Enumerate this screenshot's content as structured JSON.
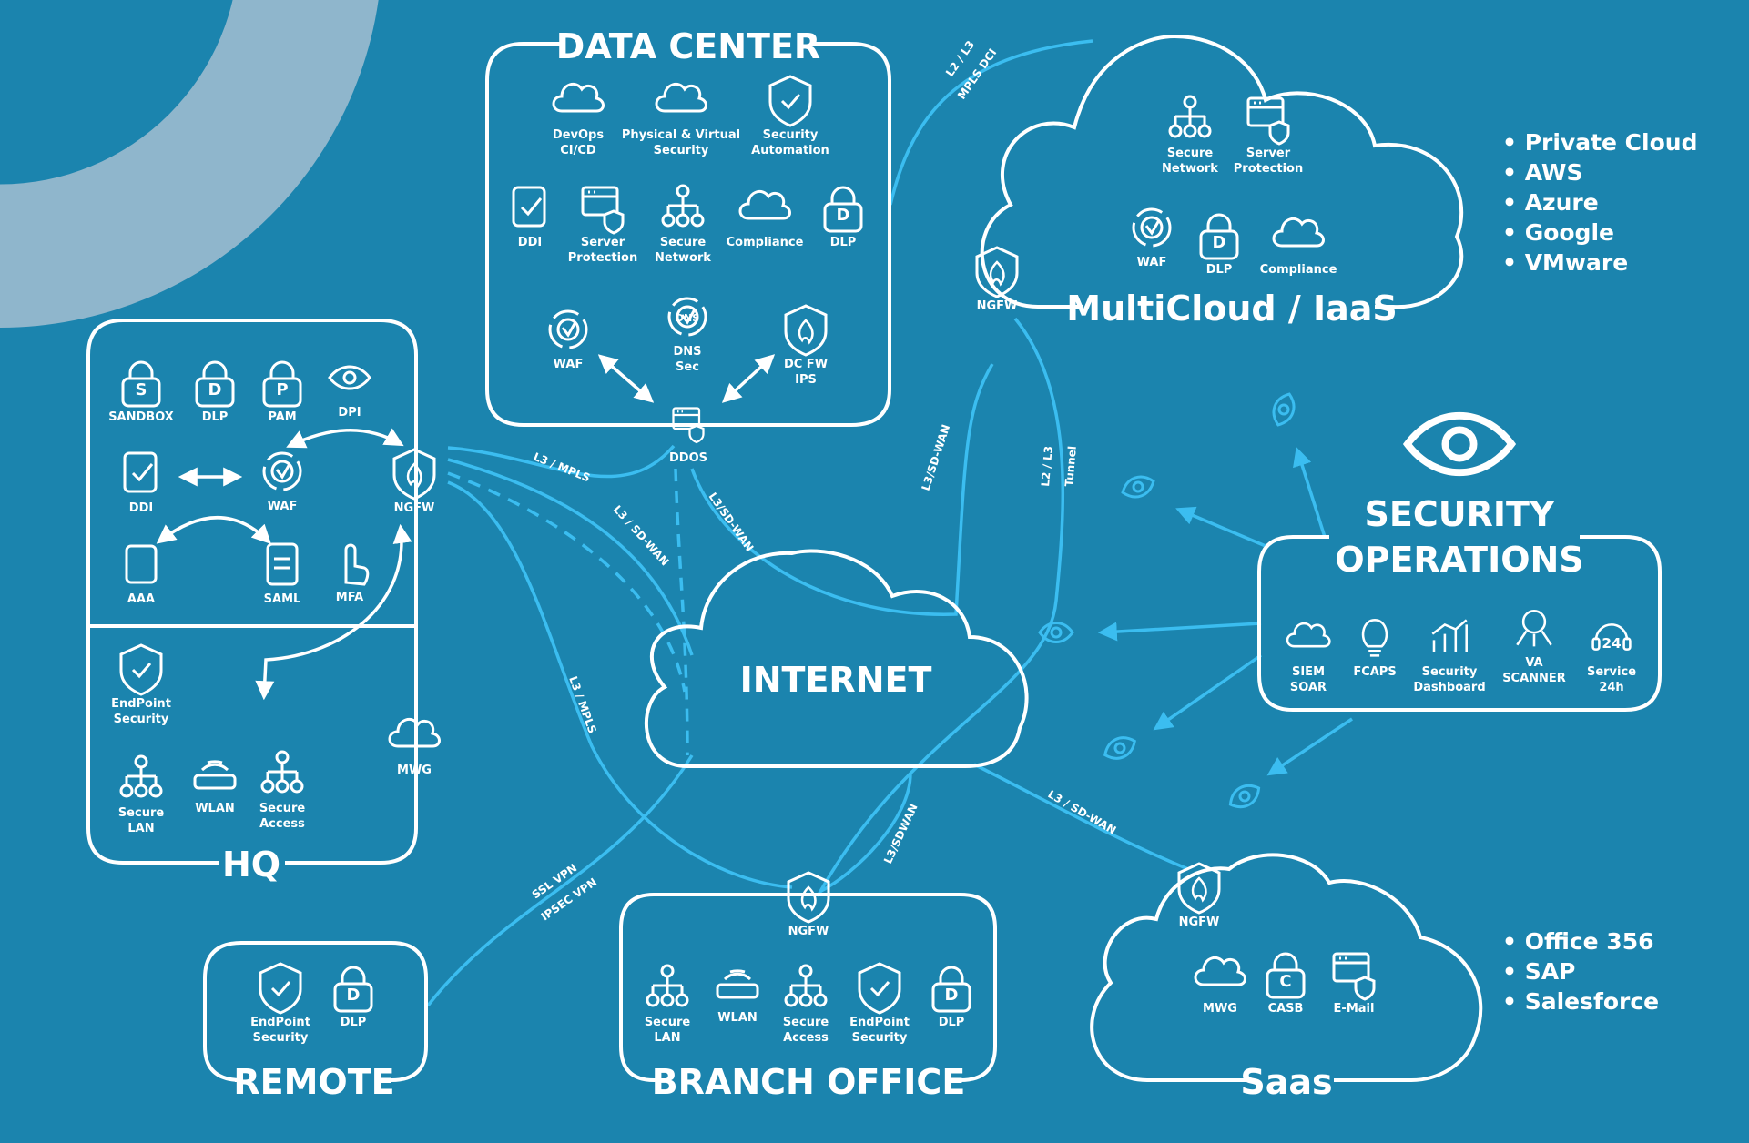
{
  "colors": {
    "background": "#1b84ae",
    "line_white": "#ffffff",
    "line_light": "#3bbdf0",
    "arc": "#8fb6cc"
  },
  "data_center": {
    "title": "DATA CENTER",
    "items": [
      {
        "icon": "cloud-code-icon",
        "l1": "DevOps",
        "l2": "CI/CD"
      },
      {
        "icon": "cloud-lock-icon",
        "l1": "Physical & Virtual",
        "l2": "Security"
      },
      {
        "icon": "gear-shield-icon",
        "l1": "Security",
        "l2": "Automation"
      },
      {
        "icon": "check-doc-icon",
        "l1": "DDI",
        "l2": ""
      },
      {
        "icon": "server-shield-icon",
        "l1": "Server",
        "l2": "Protection"
      },
      {
        "icon": "network-tree-icon",
        "l1": "Secure",
        "l2": "Network"
      },
      {
        "icon": "cloud-shield-icon",
        "l1": "Compliance",
        "l2": ""
      },
      {
        "icon": "lock-d-icon",
        "l1": "DLP",
        "l2": ""
      },
      {
        "icon": "waf-icon",
        "l1": "WAF",
        "l2": ""
      },
      {
        "icon": "dns-globe-icon",
        "l1": "DNS",
        "l2": "Sec"
      },
      {
        "icon": "flame-shield-icon",
        "l1": "DC FW",
        "l2": "IPS"
      },
      {
        "icon": "ddos-icon",
        "l1": "DDOS",
        "l2": ""
      }
    ]
  },
  "multicloud": {
    "title": "MultiCloud / IaaS",
    "items": [
      {
        "icon": "network-tree-icon",
        "l1": "Secure",
        "l2": "Network"
      },
      {
        "icon": "server-shield-icon",
        "l1": "Server",
        "l2": "Protection"
      },
      {
        "icon": "waf-icon",
        "l1": "WAF",
        "l2": ""
      },
      {
        "icon": "lock-d-icon",
        "l1": "DLP",
        "l2": ""
      },
      {
        "icon": "cloud-shield-icon",
        "l1": "Compliance",
        "l2": ""
      },
      {
        "icon": "flame-shield-icon",
        "l1": "NGFW",
        "l2": ""
      }
    ],
    "list": [
      "Private Cloud",
      "AWS",
      "Azure",
      "Google",
      "VMware"
    ]
  },
  "hq": {
    "title": "HQ",
    "items": [
      {
        "icon": "lock-s-icon",
        "l1": "SANDBOX",
        "l2": ""
      },
      {
        "icon": "lock-d-icon",
        "l1": "DLP",
        "l2": ""
      },
      {
        "icon": "lock-p-icon",
        "l1": "PAM",
        "l2": ""
      },
      {
        "icon": "eye-tree-icon",
        "l1": "DPI",
        "l2": ""
      },
      {
        "icon": "check-doc-icon",
        "l1": "DDI",
        "l2": ""
      },
      {
        "icon": "waf-icon",
        "l1": "WAF",
        "l2": ""
      },
      {
        "icon": "flame-shield-icon",
        "l1": "NGFW",
        "l2": ""
      },
      {
        "icon": "square-icon",
        "l1": "AAA",
        "l2": ""
      },
      {
        "icon": "list-doc-icon",
        "l1": "SAML",
        "l2": ""
      },
      {
        "icon": "hand-icon",
        "l1": "MFA",
        "l2": ""
      },
      {
        "icon": "check-shield-icon",
        "l1": "EndPoint",
        "l2": "Security"
      },
      {
        "icon": "network-tree-icon",
        "l1": "Secure",
        "l2": "LAN"
      },
      {
        "icon": "wifi-router-icon",
        "l1": "WLAN",
        "l2": ""
      },
      {
        "icon": "shield-tree-icon",
        "l1": "Secure",
        "l2": "Access"
      },
      {
        "icon": "cloud-tree-icon",
        "l1": "MWG",
        "l2": ""
      }
    ]
  },
  "internet": {
    "title": "INTERNET"
  },
  "security_operations": {
    "title1": "SECURITY",
    "title2": "OPERATIONS",
    "items": [
      {
        "icon": "cloud-lock-icon",
        "l1": "SIEM",
        "l2": "SOAR"
      },
      {
        "icon": "bulb-icon",
        "l1": "FCAPS",
        "l2": ""
      },
      {
        "icon": "chart-icon",
        "l1": "Security",
        "l2": "Dashboard"
      },
      {
        "icon": "scanner-icon",
        "l1": "VA",
        "l2": "SCANNER"
      },
      {
        "icon": "headset-24-icon",
        "l1": "Service",
        "l2": "24h"
      }
    ]
  },
  "remote": {
    "title": "REMOTE",
    "items": [
      {
        "icon": "check-shield-icon",
        "l1": "EndPoint",
        "l2": "Security"
      },
      {
        "icon": "lock-d-icon",
        "l1": "DLP",
        "l2": ""
      }
    ]
  },
  "branch": {
    "title": "BRANCH OFFICE",
    "items": [
      {
        "icon": "flame-shield-icon",
        "l1": "NGFW",
        "l2": ""
      },
      {
        "icon": "network-tree-icon",
        "l1": "Secure",
        "l2": "LAN"
      },
      {
        "icon": "wifi-router-icon",
        "l1": "WLAN",
        "l2": ""
      },
      {
        "icon": "shield-tree-icon",
        "l1": "Secure",
        "l2": "Access"
      },
      {
        "icon": "check-shield-icon",
        "l1": "EndPoint",
        "l2": "Security"
      },
      {
        "icon": "lock-d-icon",
        "l1": "DLP",
        "l2": ""
      }
    ]
  },
  "saas": {
    "title": "Saas",
    "items": [
      {
        "icon": "flame-shield-icon",
        "l1": "NGFW",
        "l2": ""
      },
      {
        "icon": "cloud-tree-icon",
        "l1": "MWG",
        "l2": ""
      },
      {
        "icon": "lock-c-icon",
        "l1": "CASB",
        "l2": ""
      },
      {
        "icon": "server-shield-icon",
        "l1": "E-Mail",
        "l2": ""
      }
    ],
    "list": [
      "Office 356",
      "SAP",
      "Salesforce"
    ]
  },
  "connections": {
    "l2l3_dci_1": "L2 / L3",
    "l2l3_dci_2": "MPLS DCI",
    "hq_mpls": "L3 / MPLS",
    "hq_sdwan": "L3 / SD-WAN",
    "ddos_sdwan": "L3/SD-WAN",
    "mc_sdwan": "L3/SD-WAN",
    "mc_tunnel_1": "L2 / L3",
    "mc_tunnel_2": "Tunnel",
    "hq_branch_mpls": "L3 / MPLS",
    "branch_sdwan": "L3/SDWAN",
    "saas_sdwan": "L3 / SD-WAN",
    "ssl_vpn": "SSL VPN",
    "ipsec_vpn": "IPSEC VPN"
  }
}
